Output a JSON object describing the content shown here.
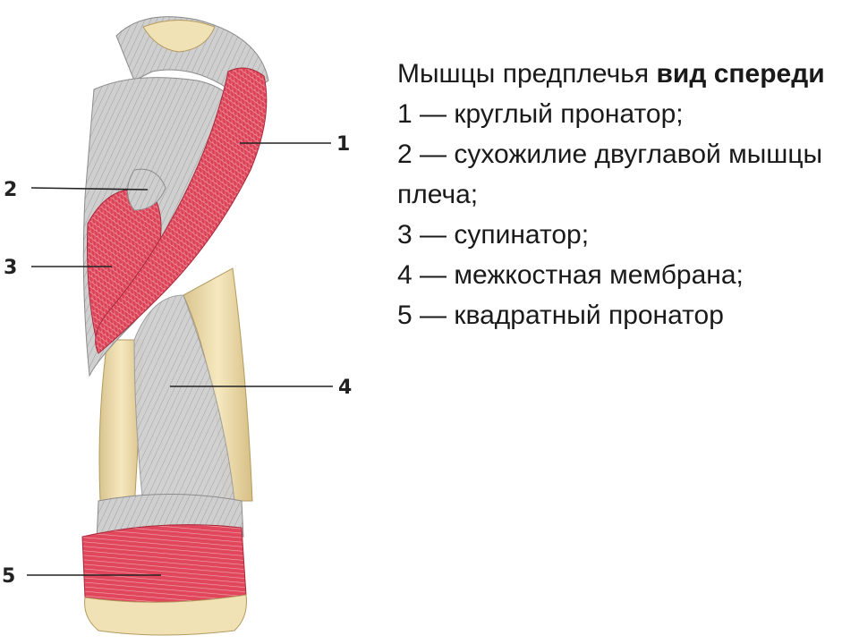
{
  "slide": {
    "title_regular": "Мышцы предплечья ",
    "title_bold": "вид спереди"
  },
  "legend": [
    {
      "number": "1",
      "text": "1 — круглый пронатор;"
    },
    {
      "number": "2",
      "text": "2 — сухожилие двуглавой мышцы плеча;"
    },
    {
      "number": "3",
      "text": "3 — супинатор;"
    },
    {
      "number": "4",
      "text": "4 — межкостная мембрана;"
    },
    {
      "number": "5",
      "text": "5 — квадратный пронатор"
    }
  ],
  "colors": {
    "muscle": "#d9394f",
    "muscle_light": "#ee8a96",
    "bone": "#efdfb0",
    "tendon": "#c9c9c9"
  }
}
